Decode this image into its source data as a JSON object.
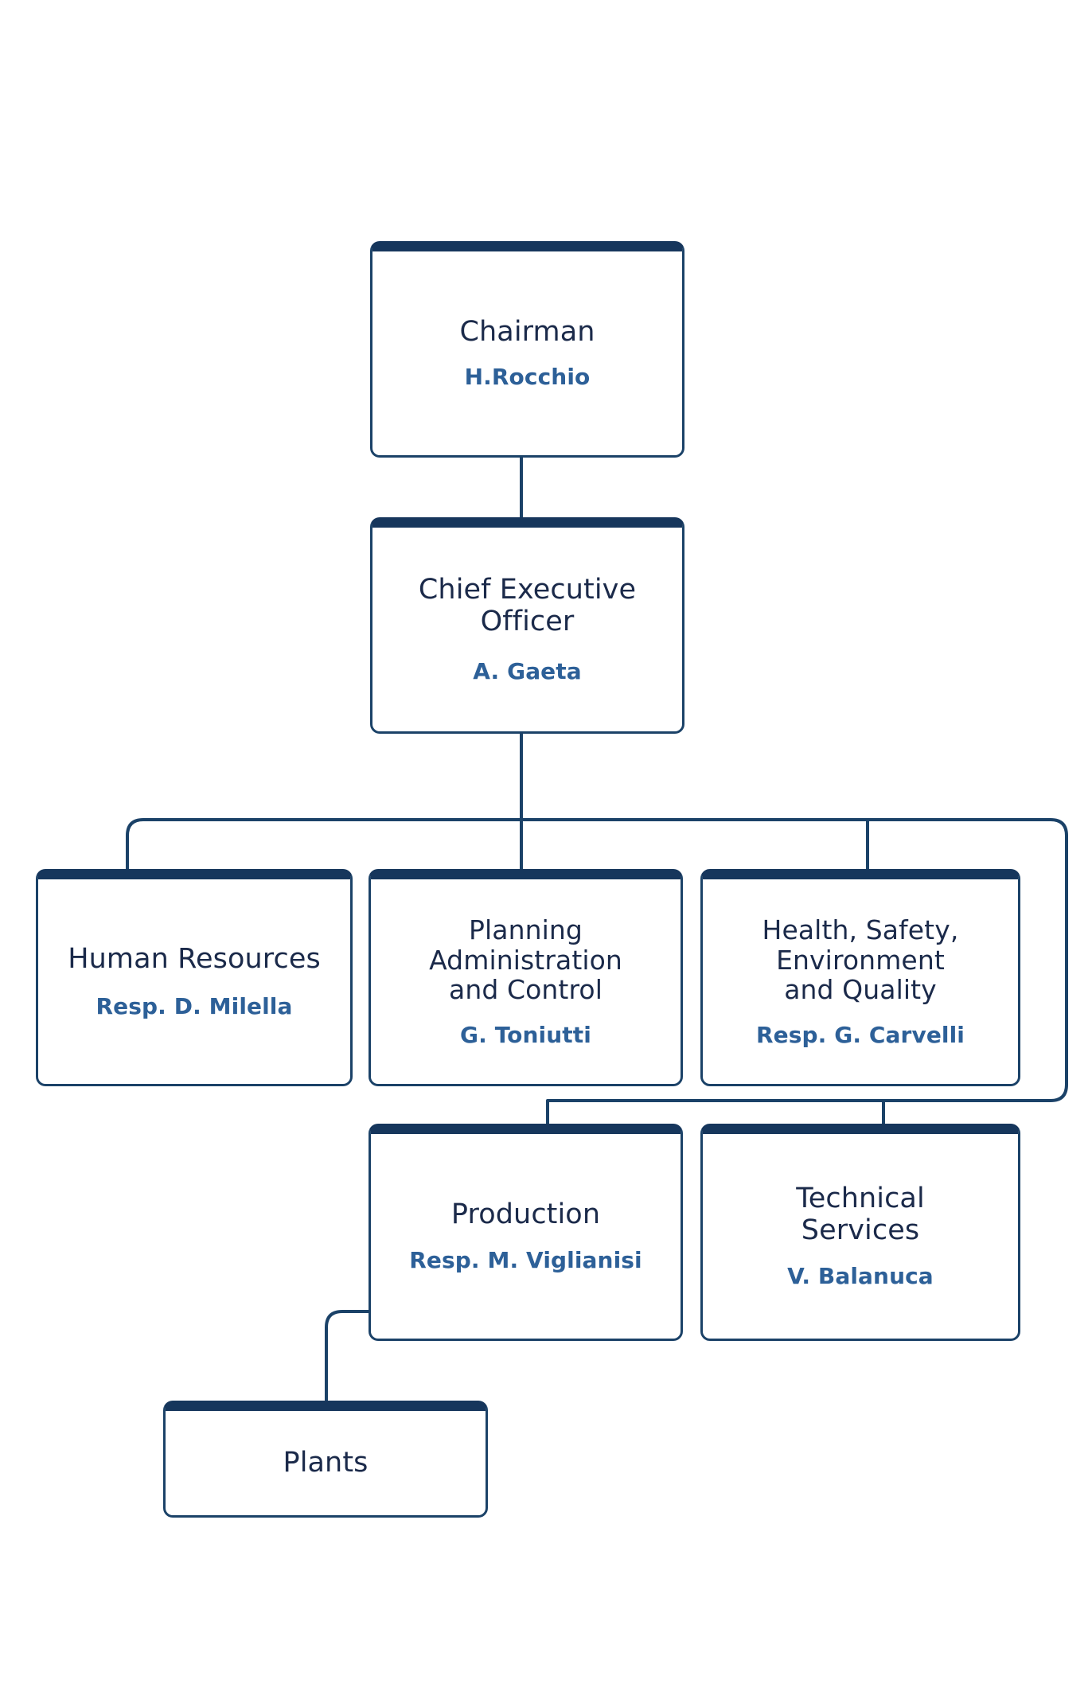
{
  "chart": {
    "type": "org-chart",
    "background_color": "#ffffff",
    "box_border_color": "#1b4268",
    "box_top_bar_color": "#16365c",
    "title_color": "#1b2a4a",
    "name_color": "#2d6098",
    "connector_color": "#1b4268"
  },
  "nodes": {
    "chairman": {
      "title": "Chairman",
      "name": "H.Rocchio"
    },
    "ceo": {
      "title": "Chief Executive\nOfficer",
      "name": "A. Gaeta"
    },
    "hr": {
      "title": "Human Resources",
      "name": "Resp. D. Milella"
    },
    "planning": {
      "title": "Planning\nAdministration\nand Control",
      "name": "G. Toniutti"
    },
    "hse": {
      "title": "Health, Safety,\nEnvironment\nand Quality",
      "name": "Resp. G. Carvelli"
    },
    "production": {
      "title": "Production",
      "name": "Resp. M. Viglianisi"
    },
    "technical": {
      "title": "Technical\nServices",
      "name": "V. Balanuca"
    },
    "plants": {
      "title": "Plants",
      "name": ""
    }
  },
  "edges": [
    {
      "from": "chairman",
      "to": "ceo"
    },
    {
      "from": "ceo",
      "to": "hr"
    },
    {
      "from": "ceo",
      "to": "planning"
    },
    {
      "from": "ceo",
      "to": "hse"
    },
    {
      "from": "ceo",
      "to": "production"
    },
    {
      "from": "ceo",
      "to": "technical"
    },
    {
      "from": "production",
      "to": "plants"
    }
  ]
}
